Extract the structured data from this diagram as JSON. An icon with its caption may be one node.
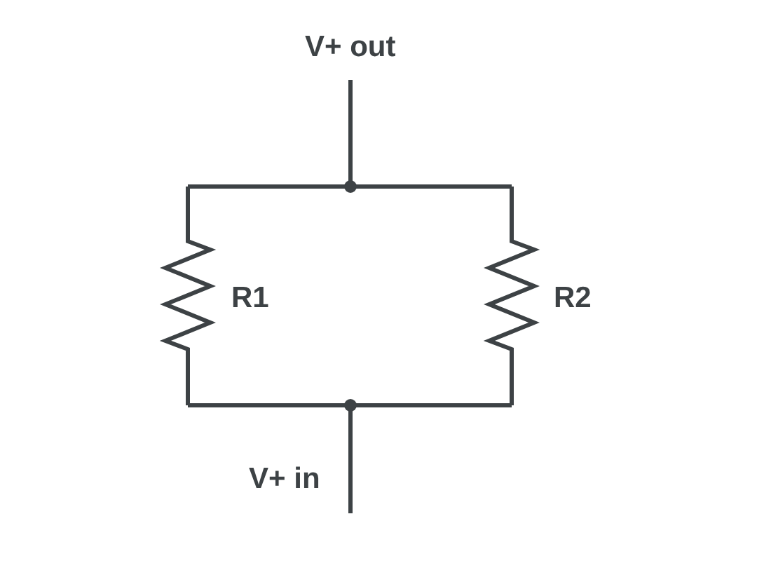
{
  "diagram": {
    "labels": [
      "V+ out",
      "R1",
      "R2",
      "V+ in"
    ]
  }
}
